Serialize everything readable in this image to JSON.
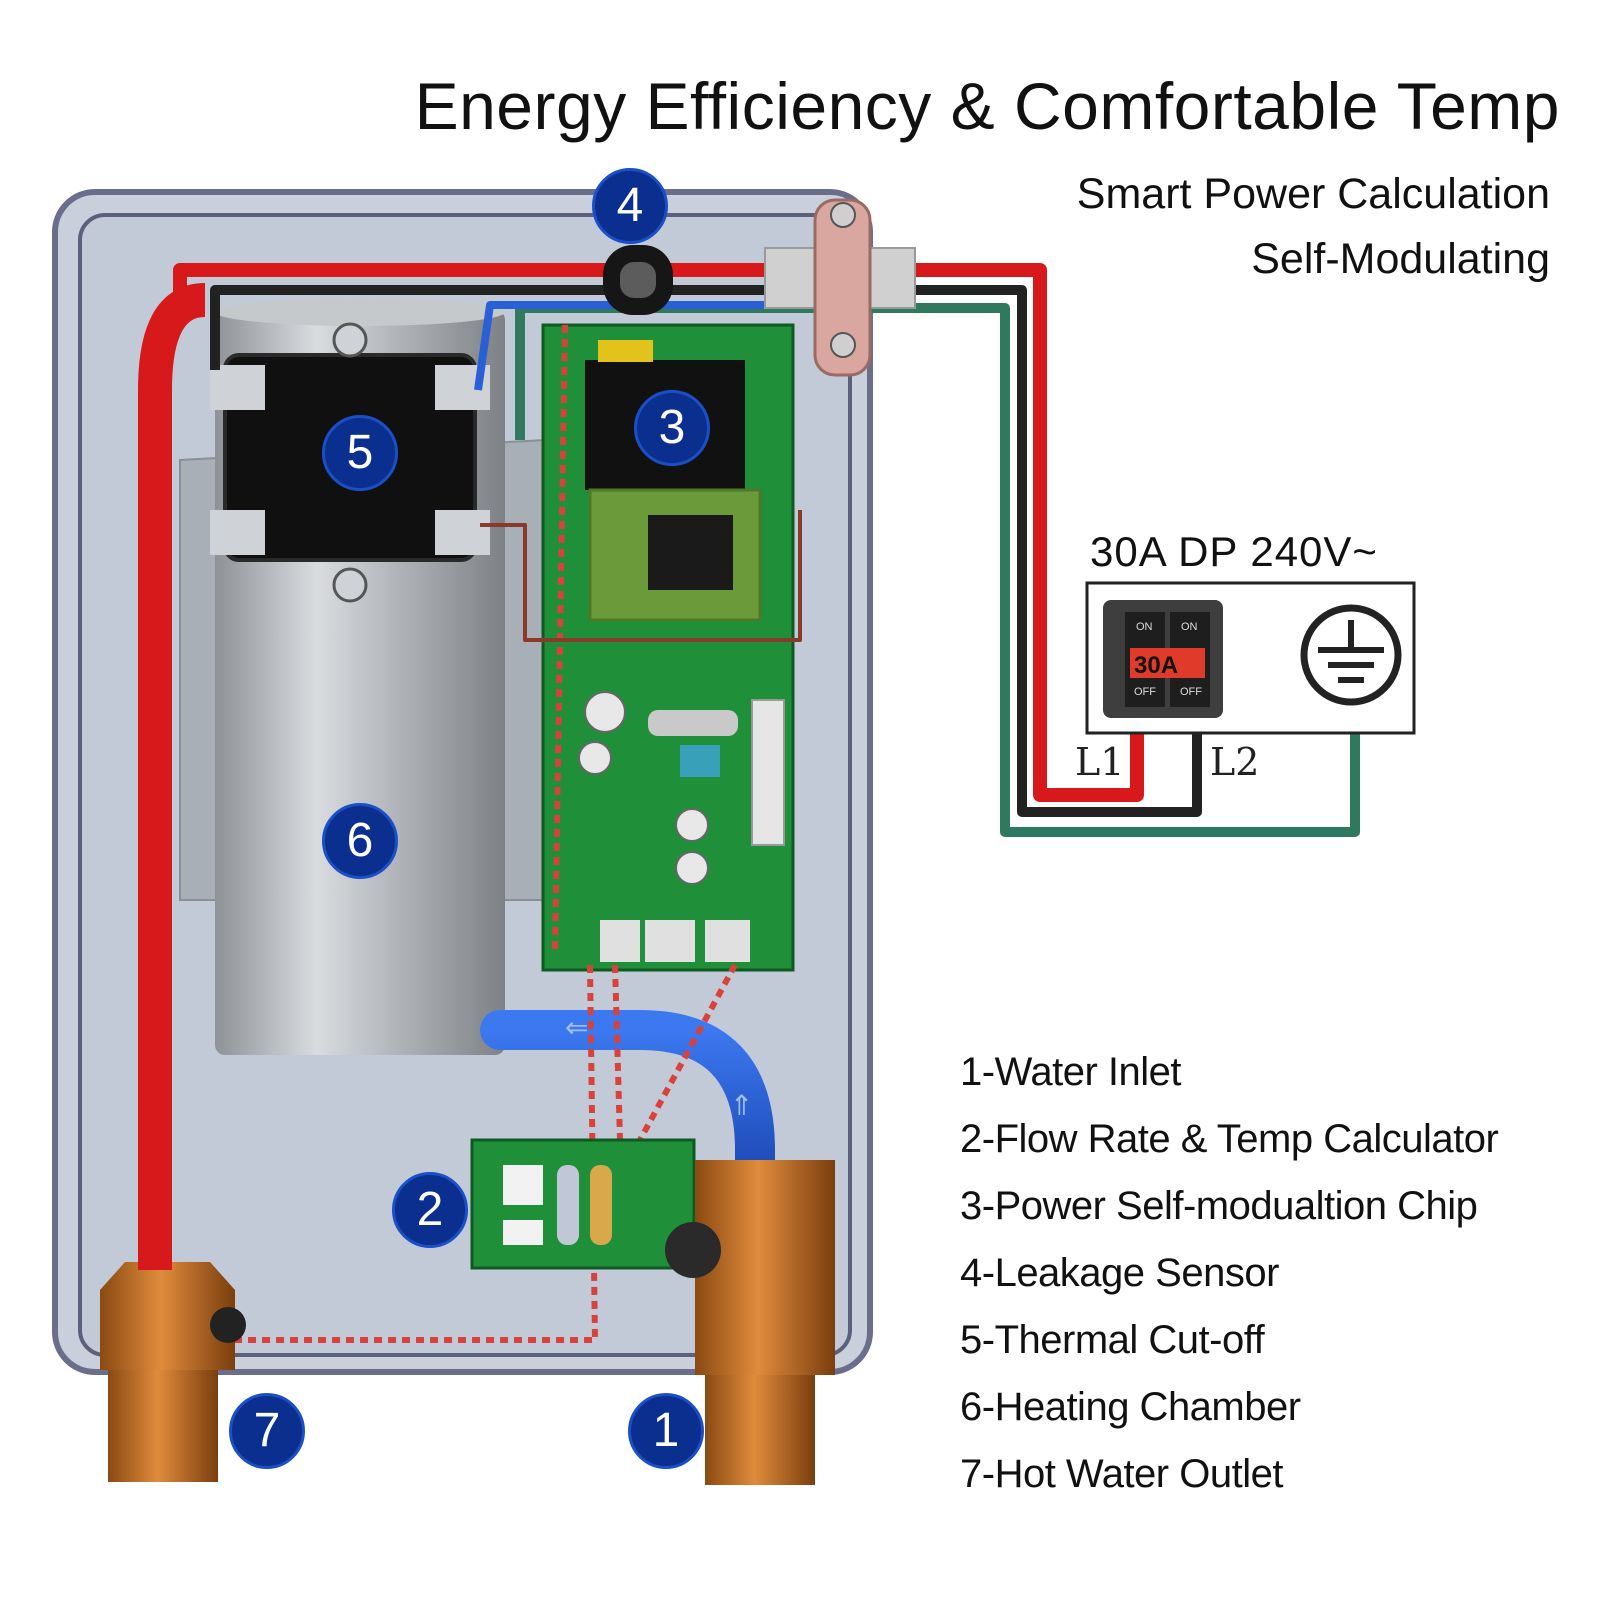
{
  "header": {
    "title": "Energy Efficiency & Comfortable Temp",
    "subtitle_1": "Smart Power Calculation",
    "subtitle_2": "Self-Modulating"
  },
  "breaker": {
    "title": "30A DP 240V~",
    "rating": "30A",
    "switch_on": "ON",
    "switch_off": "OFF",
    "line_1": "L1",
    "line_2": "L2"
  },
  "badges": [
    "1",
    "2",
    "3",
    "4",
    "5",
    "6",
    "7"
  ],
  "legend": [
    "1-Water Inlet",
    "2-Flow Rate & Temp Calculator",
    "3-Power Self-modualtion Chip",
    "4-Leakage Sensor",
    "5-Thermal Cut-off",
    "6-Heating Chamber",
    "7-Hot Water Outlet"
  ],
  "colors": {
    "hot_wire": "#d7191c",
    "neutral_wire": "#222222",
    "ground_wire": "#2f7a5f",
    "water_pipe": "#2a5fd6",
    "badge": "#0a2f8f",
    "pcb": "#1f8f3a",
    "brass": "#b8651f"
  }
}
